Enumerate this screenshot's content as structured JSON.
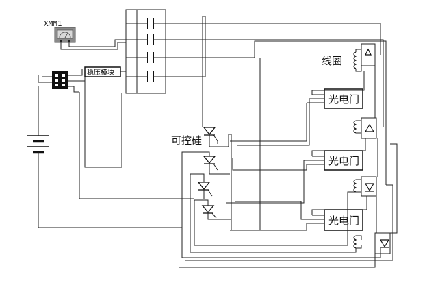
{
  "meter": {
    "label": "XMM1"
  },
  "power_module": {
    "label": "稳压模块"
  },
  "thyristor": {
    "label": "可控硅"
  },
  "coil": {
    "label": "线圈"
  },
  "photogates": [
    {
      "label": "光电门"
    },
    {
      "label": "光电门"
    },
    {
      "label": "光电门"
    }
  ],
  "colors": {
    "wire": "#222222",
    "meter_fill": "#8a8a8a",
    "component": "#111111"
  }
}
